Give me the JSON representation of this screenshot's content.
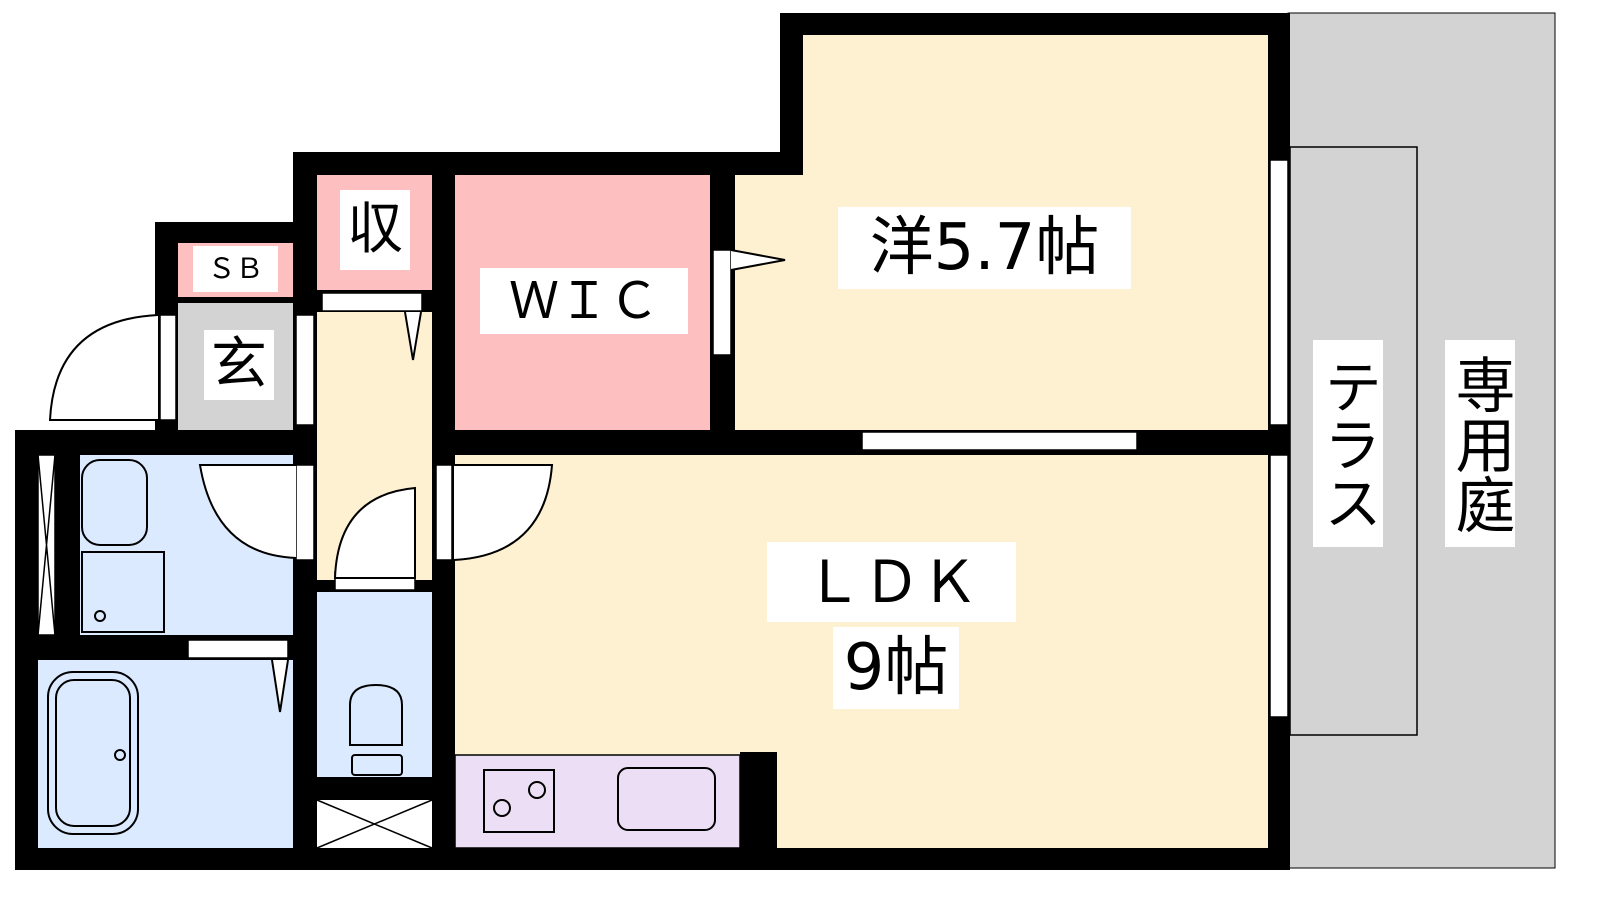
{
  "rooms": {
    "western": "洋5.7帖",
    "wic": "ＷＩＣ",
    "storage": "収",
    "shoebox": "ＳＢ",
    "entrance": "玄",
    "ldk": "ＬＤＫ",
    "ldk_size": "9帖",
    "terrace": "テラス",
    "garden": "専用庭"
  },
  "colors": {
    "wall": "#000000",
    "living": "#fdf1d2",
    "storage": "#fdbfbf",
    "entrance": "#d3d3d3",
    "wet": "#dbeafe",
    "kitchen": "#ecdff5",
    "exterior": "#d3d3d3"
  }
}
